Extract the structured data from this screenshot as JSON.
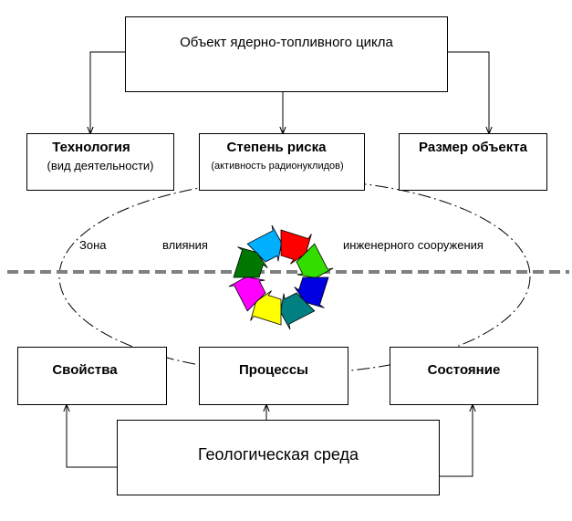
{
  "top_box": {
    "title": "Объект ядерно-топливного цикла"
  },
  "factors": [
    {
      "title": "Технология",
      "subtitle": "(вид деятельности)"
    },
    {
      "title": "Степень риска",
      "subtitle": "(активность радионуклидов)"
    },
    {
      "title": "Размер объекта",
      "subtitle": ""
    }
  ],
  "zone_label": {
    "word1": "Зона",
    "word2": "влияния",
    "word3": "инженерного сооружения"
  },
  "cycle_colors": [
    "#00b0ff",
    "#ff0000",
    "#33dd00",
    "#0000e0",
    "#008080",
    "#ffff00",
    "#ff00ff",
    "#007700"
  ],
  "bottom_boxes": [
    {
      "title": "Свойства"
    },
    {
      "title": "Процессы"
    },
    {
      "title": "Состояние"
    }
  ],
  "base_box": {
    "title": "Геологическая среда"
  },
  "colors": {
    "line": "#000000",
    "dashed_divider": "#808080"
  }
}
